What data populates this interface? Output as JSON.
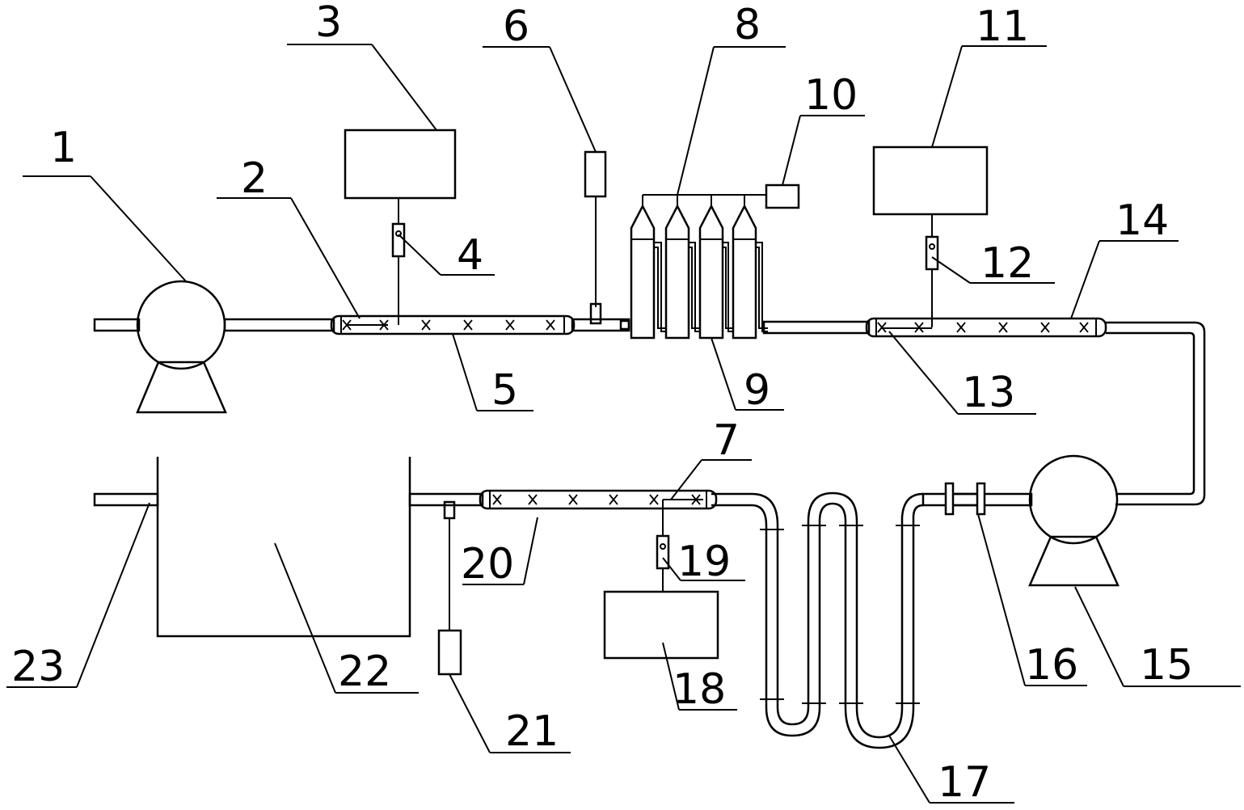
{
  "labels": {
    "l1": "1",
    "l2": "2",
    "l3": "3",
    "l4": "4",
    "l5": "5",
    "l6": "6",
    "l7": "7",
    "l8": "8",
    "l9": "9",
    "l10": "10",
    "l11": "11",
    "l12": "12",
    "l13": "13",
    "l14": "14",
    "l15": "15",
    "l16": "16",
    "l17": "17",
    "l18": "18",
    "l19": "19",
    "l20": "20",
    "l21": "21",
    "l22": "22",
    "l23": "23"
  },
  "colors": {
    "ink": "#000000",
    "background": "#ffffff"
  }
}
